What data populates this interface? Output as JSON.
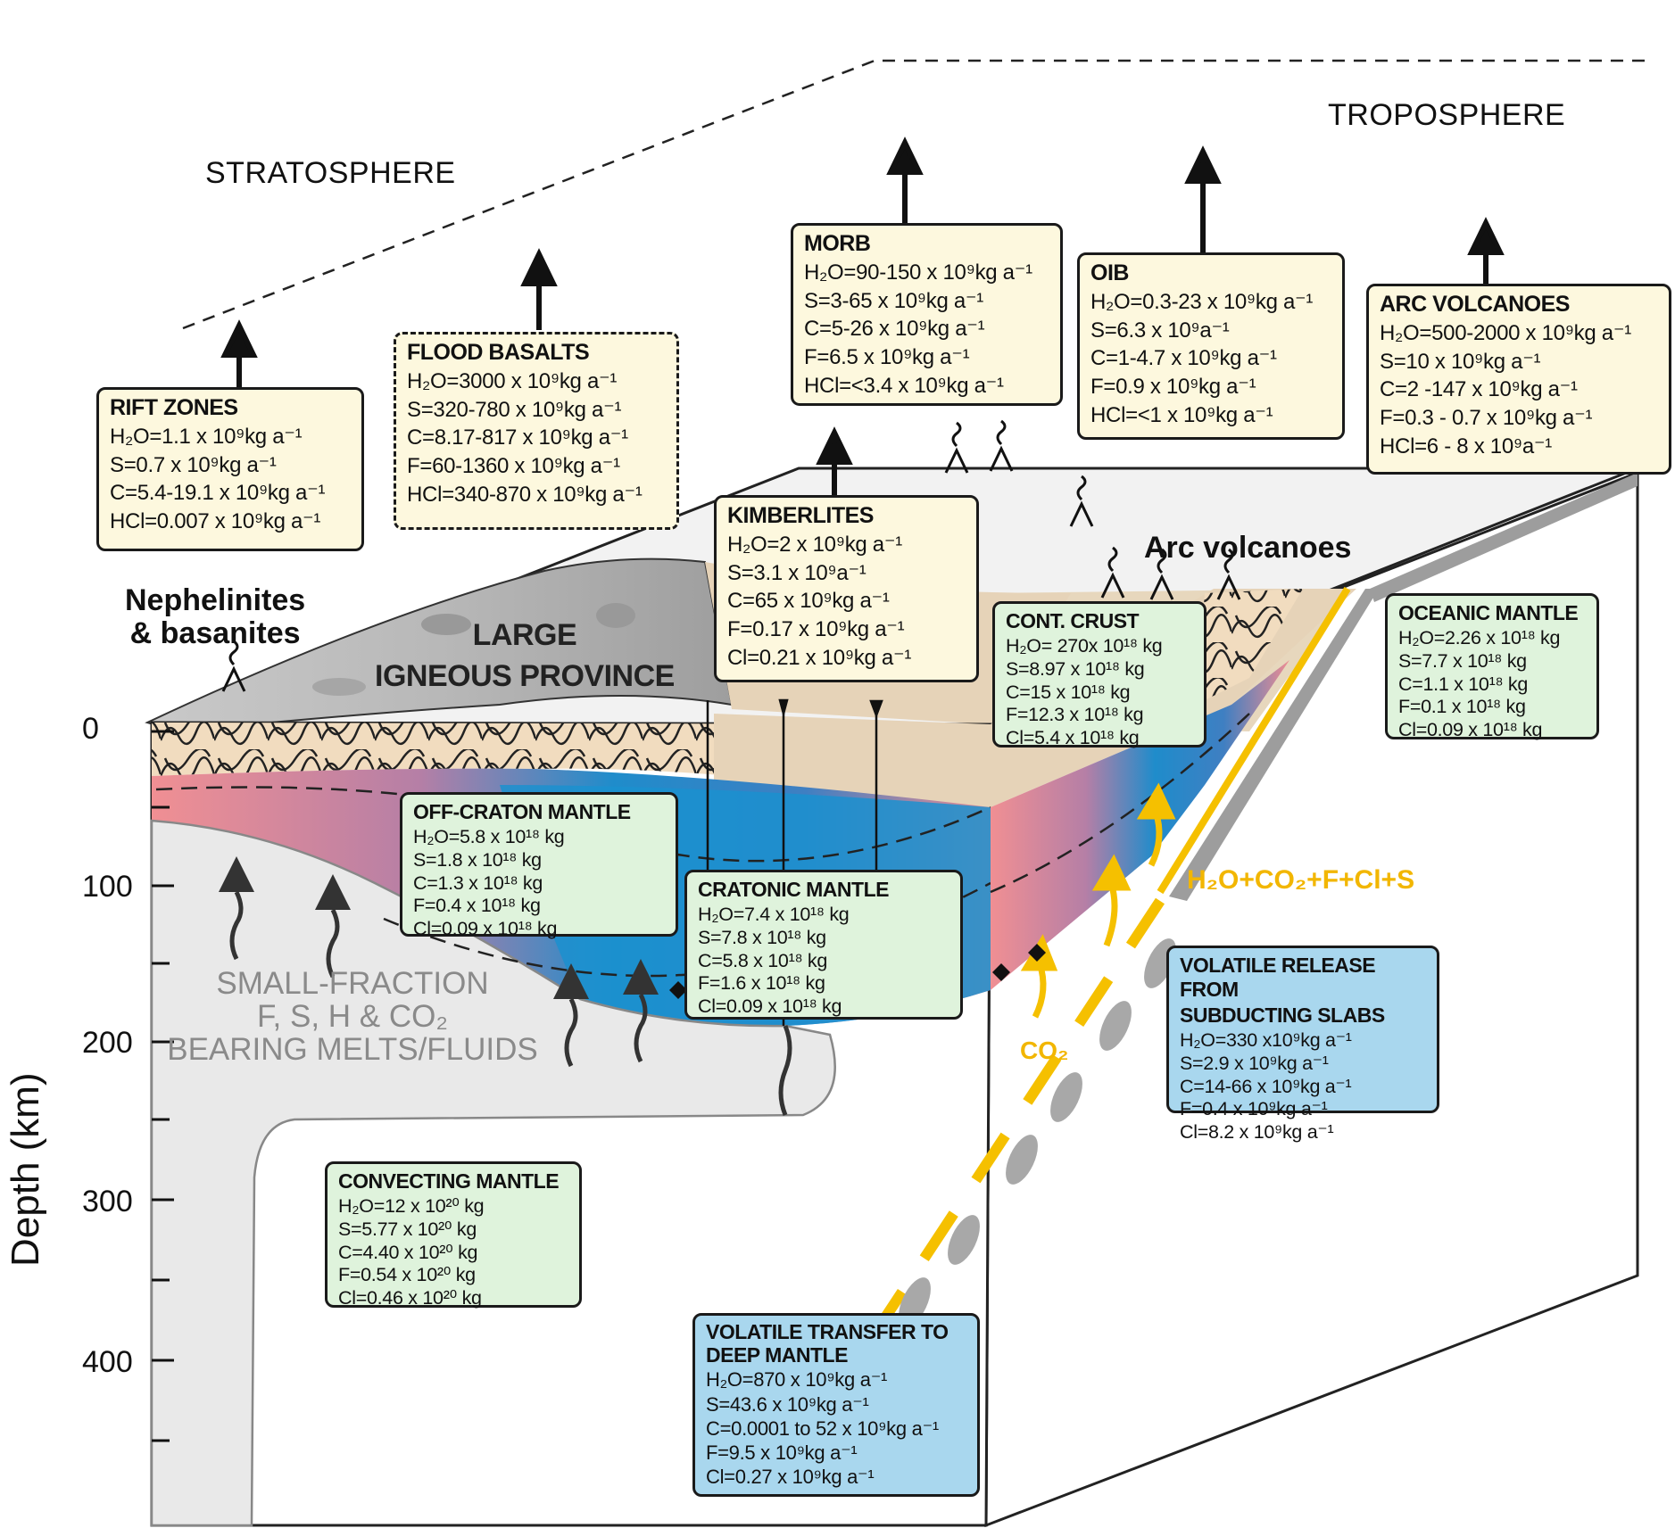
{
  "atmosphere": {
    "stratosphere": "STRATOSPHERE",
    "troposphere": "TROPOSPHERE"
  },
  "labels": {
    "nephelinites_line1": "Nephelinites",
    "nephelinites_line2": "& basanites",
    "lip_line1": "LARGE",
    "lip_line2": "IGNEOUS PROVINCE",
    "arc_volcanoes": "Arc volcanoes",
    "melts_line1": "SMALL-FRACTION",
    "melts_line2": "F, S, H & CO₂",
    "melts_line3": "BEARING MELTS/FLUIDS",
    "slab_flux": "H₂O+CO₂+F+Cl+S",
    "co2": "CO₂"
  },
  "depth_axis": {
    "title": "Depth (km)",
    "ticks": [
      "0",
      "100",
      "200",
      "300",
      "400"
    ]
  },
  "boxes": {
    "rift_zones": {
      "title": "RIFT ZONES",
      "lines": [
        "H₂O=1.1 x 10⁹kg a⁻¹",
        "S=0.7 x 10⁹kg a⁻¹",
        "C=5.4-19.1 x 10⁹kg a⁻¹",
        "HCl=0.007 x 10⁹kg a⁻¹"
      ]
    },
    "flood_basalts": {
      "title": "FLOOD BASALTS",
      "lines": [
        "H₂O=3000 x 10⁹kg a⁻¹",
        "S=320-780 x 10⁹kg a⁻¹",
        "C=8.17-817 x 10⁹kg a⁻¹",
        "F=60-1360 x 10⁹kg a⁻¹",
        "HCl=340-870 x 10⁹kg a⁻¹"
      ]
    },
    "morb": {
      "title": "MORB",
      "lines": [
        "H₂O=90-150 x 10⁹kg a⁻¹",
        "S=3-65 x 10⁹kg a⁻¹",
        "C=5-26 x 10⁹kg a⁻¹",
        "F=6.5 x 10⁹kg a⁻¹",
        "HCl=<3.4 x 10⁹kg a⁻¹"
      ]
    },
    "oib": {
      "title": "OIB",
      "lines": [
        "H₂O=0.3-23 x 10⁹kg a⁻¹",
        "S=6.3 x 10⁹a⁻¹",
        "C=1-4.7 x 10⁹kg a⁻¹",
        "F=0.9 x 10⁹kg a⁻¹",
        "HCl=<1 x 10⁹kg a⁻¹"
      ]
    },
    "arc_volcanoes": {
      "title": "ARC VOLCANOES",
      "lines": [
        "H₂O=500-2000 x 10⁹kg a⁻¹",
        "S=10 x 10⁹kg a⁻¹",
        "C=2 -147 x 10⁹kg a⁻¹",
        "F=0.3 - 0.7 x 10⁹kg a⁻¹",
        "HCl=6 - 8 x 10⁹a⁻¹"
      ]
    },
    "kimberlites": {
      "title": "KIMBERLITES",
      "lines": [
        "H₂O=2 x 10⁹kg a⁻¹",
        "S=3.1 x 10⁹a⁻¹",
        "C=65 x 10⁹kg a⁻¹",
        "F=0.17 x 10⁹kg a⁻¹",
        "Cl=0.21 x 10⁹kg a⁻¹"
      ]
    },
    "cont_crust": {
      "title": "CONT. CRUST",
      "lines": [
        "H₂O= 270x 10¹⁸ kg",
        "S=8.97 x 10¹⁸ kg",
        "C=15 x 10¹⁸ kg",
        "F=12.3 x 10¹⁸ kg",
        "Cl=5.4 x 10¹⁸ kg"
      ]
    },
    "oceanic_mantle": {
      "title": "OCEANIC MANTLE",
      "lines": [
        "H₂O=2.26 x 10¹⁸ kg",
        "S=7.7 x 10¹⁸ kg",
        "C=1.1 x 10¹⁸ kg",
        "F=0.1 x 10¹⁸ kg",
        "Cl=0.09 x 10¹⁸ kg"
      ]
    },
    "off_craton_mantle": {
      "title": "OFF-CRATON MANTLE",
      "lines": [
        "H₂O=5.8 x 10¹⁸ kg",
        "S=1.8 x 10¹⁸ kg",
        "C=1.3 x 10¹⁸ kg",
        "F=0.4 x 10¹⁸ kg",
        "Cl=0.09 x 10¹⁸ kg"
      ]
    },
    "cratonic_mantle": {
      "title": "CRATONIC MANTLE",
      "lines": [
        "H₂O=7.4 x 10¹⁸ kg",
        "S=7.8  x 10¹⁸ kg",
        "C=5.8 x 10¹⁸ kg",
        "F=1.6 x 10¹⁸ kg",
        "Cl=0.09 x 10¹⁸ kg"
      ]
    },
    "volatile_release": {
      "title_line1": "VOLATILE RELEASE FROM",
      "title_line2": "SUBDUCTING SLABS",
      "lines": [
        "H₂O=330 x10⁹kg a⁻¹",
        "S=2.9 x 10⁹kg a⁻¹",
        "C=14-66 x 10⁹kg a⁻¹",
        "F=0.4 x 10⁹kg a⁻¹",
        "Cl=8.2 x 10⁹kg a⁻¹"
      ]
    },
    "convecting_mantle": {
      "title": "CONVECTING MANTLE",
      "lines": [
        "H₂O=12 x 10²⁰ kg",
        "S=5.77 x 10²⁰ kg",
        "C=4.40 x 10²⁰ kg",
        "F=0.54 x 10²⁰ kg",
        "Cl=0.46 x 10²⁰ kg"
      ]
    },
    "deep_transfer": {
      "title_line1": "VOLATILE TRANSFER TO",
      "title_line2": "DEEP MANTLE",
      "lines": [
        "H₂O=870 x 10⁹kg a⁻¹",
        "S=43.6 x 10⁹kg a⁻¹",
        "C=0.0001 to 52 x 10⁹kg a⁻¹",
        "F=9.5 x 10⁹kg a⁻¹",
        "Cl=0.27 x 10⁹kg a⁻¹"
      ]
    }
  }
}
